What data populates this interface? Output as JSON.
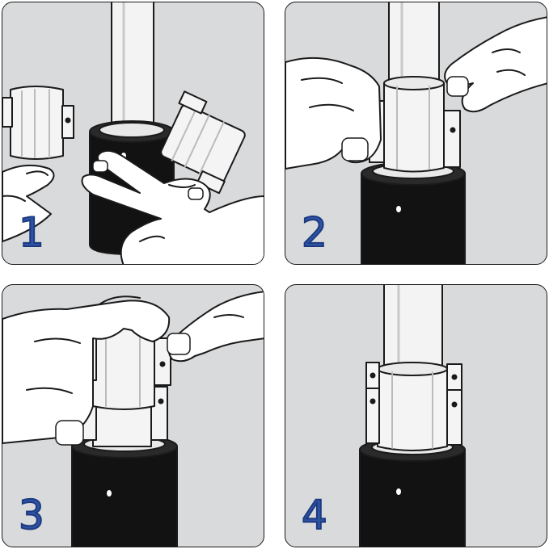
{
  "colors": {
    "panel_bg": "#d9dadc",
    "outline": "#1a1a1a",
    "pipe": "#f2f2f2",
    "tube": "#111111",
    "step_number": "#2f54a4"
  },
  "steps": [
    {
      "number": "1",
      "icon": "hands-holding-split-bushing-halves-icon"
    },
    {
      "number": "2",
      "icon": "hands-placing-bushing-half-on-pole-icon"
    },
    {
      "number": "3",
      "icon": "hands-closing-bushing-around-pole-icon"
    },
    {
      "number": "4",
      "icon": "installed-bushing-on-pole-icon"
    }
  ]
}
